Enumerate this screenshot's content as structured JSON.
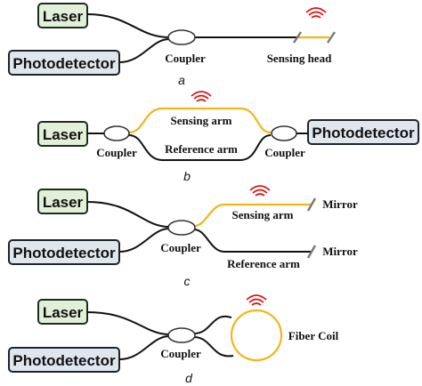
{
  "panels": [
    {
      "caption": "a",
      "laser": "Laser",
      "photodetector": "Photodetector",
      "coupler": "Coupler",
      "sensing_head": "Sensing head"
    },
    {
      "caption": "b",
      "laser": "Laser",
      "photodetector": "Photodetector",
      "coupler_left": "Coupler",
      "coupler_right": "Coupler",
      "sensing_arm": "Sensing arm",
      "reference_arm": "Reference arm"
    },
    {
      "caption": "c",
      "laser": "Laser",
      "photodetector": "Photodetector",
      "coupler": "Coupler",
      "sensing_arm": "Sensing arm",
      "reference_arm": "Reference arm",
      "mirror_top": "Mirror",
      "mirror_bottom": "Mirror"
    },
    {
      "caption": "d",
      "laser": "Laser",
      "photodetector": "Photodetector",
      "coupler": "Coupler",
      "fiber_coil": "Fiber Coil"
    }
  ],
  "colors": {
    "laser_fill": "#e2efd9",
    "photodetector_fill": "#dfe6ec",
    "sensing_fiber": "#f2b619",
    "signal_waves": "#dd1111",
    "mirror": "#777777"
  }
}
